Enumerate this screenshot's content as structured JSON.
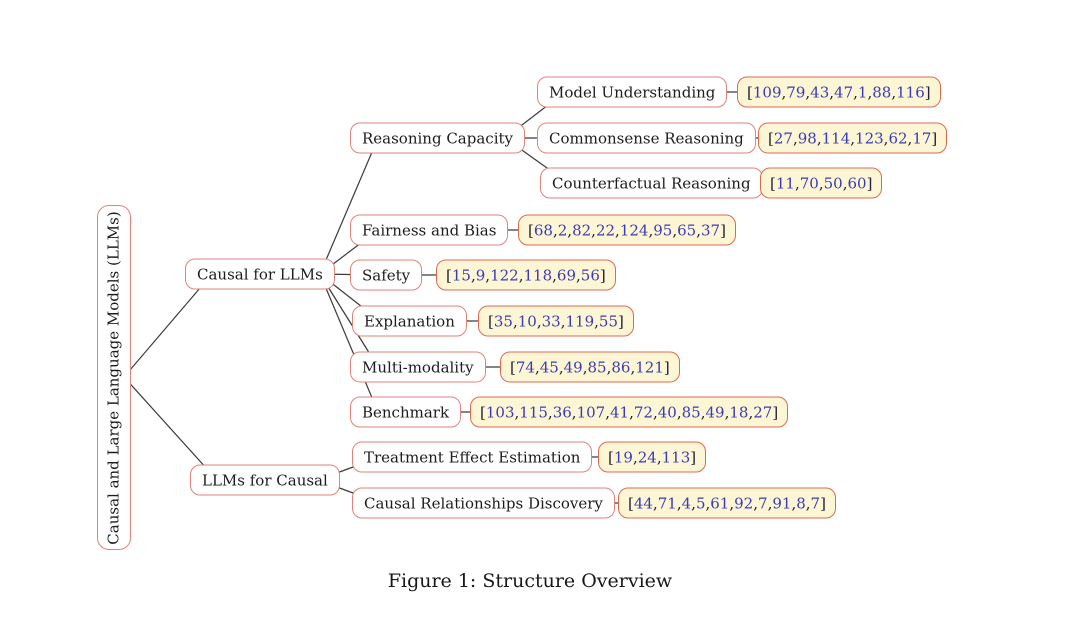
{
  "figure": {
    "caption": "Figure 1: Structure Overview"
  },
  "tree": {
    "root": {
      "label": "Causal and Large Language Models (LLMs)"
    },
    "children": [
      {
        "label": "Causal for LLMs",
        "children": [
          {
            "label": "Reasoning Capacity",
            "children": [
              {
                "label": "Model Understanding",
                "refs": [
                  109,
                  79,
                  43,
                  47,
                  1,
                  88,
                  116
                ]
              },
              {
                "label": "Commonsense Reasoning",
                "refs": [
                  27,
                  98,
                  114,
                  123,
                  62,
                  17
                ]
              },
              {
                "label": "Counterfactual Reasoning",
                "refs": [
                  11,
                  70,
                  50,
                  60
                ]
              }
            ]
          },
          {
            "label": "Fairness and Bias",
            "refs": [
              68,
              2,
              82,
              22,
              124,
              95,
              65,
              37
            ]
          },
          {
            "label": "Safety",
            "refs": [
              15,
              9,
              122,
              118,
              69,
              56
            ]
          },
          {
            "label": "Explanation",
            "refs": [
              35,
              10,
              33,
              119,
              55
            ]
          },
          {
            "label": "Multi-modality",
            "refs": [
              74,
              45,
              49,
              85,
              86,
              121
            ]
          },
          {
            "label": "Benchmark",
            "refs": [
              103,
              115,
              36,
              107,
              41,
              72,
              40,
              85,
              49,
              18,
              27
            ]
          }
        ]
      },
      {
        "label": "LLMs for Causal",
        "children": [
          {
            "label": "Treatment Effect Estimation",
            "refs": [
              19,
              24,
              113
            ]
          },
          {
            "label": "Causal Relationships Discovery",
            "refs": [
              44,
              71,
              4,
              5,
              61,
              92,
              7,
              91,
              8,
              7
            ]
          }
        ]
      }
    ]
  },
  "colors": {
    "node_border": "#e0837a",
    "ref_border": "#dd6a50",
    "ref_fill": "#fcf6d4",
    "citation_text": "#3b3bb5",
    "line": "#3a3a3a"
  }
}
